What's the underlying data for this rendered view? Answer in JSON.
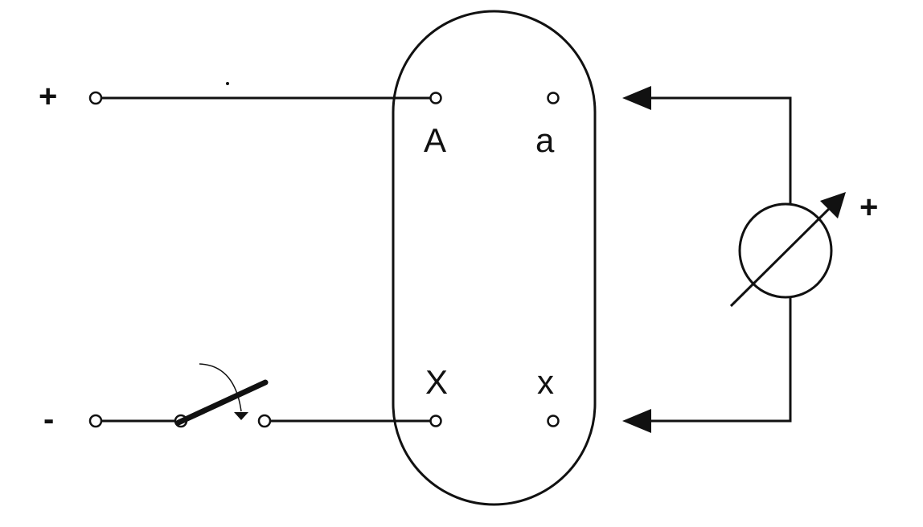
{
  "labels": {
    "supply_plus": "+",
    "supply_minus": "-",
    "meter_plus": "+",
    "terminal_A": "A",
    "terminal_a": "a",
    "terminal_X": "X",
    "terminal_x": "x"
  },
  "colors": {
    "ink": "#111111",
    "background": "#ffffff"
  },
  "icons": {
    "switch": "knife-switch-icon",
    "meter": "galvanometer-icon"
  }
}
